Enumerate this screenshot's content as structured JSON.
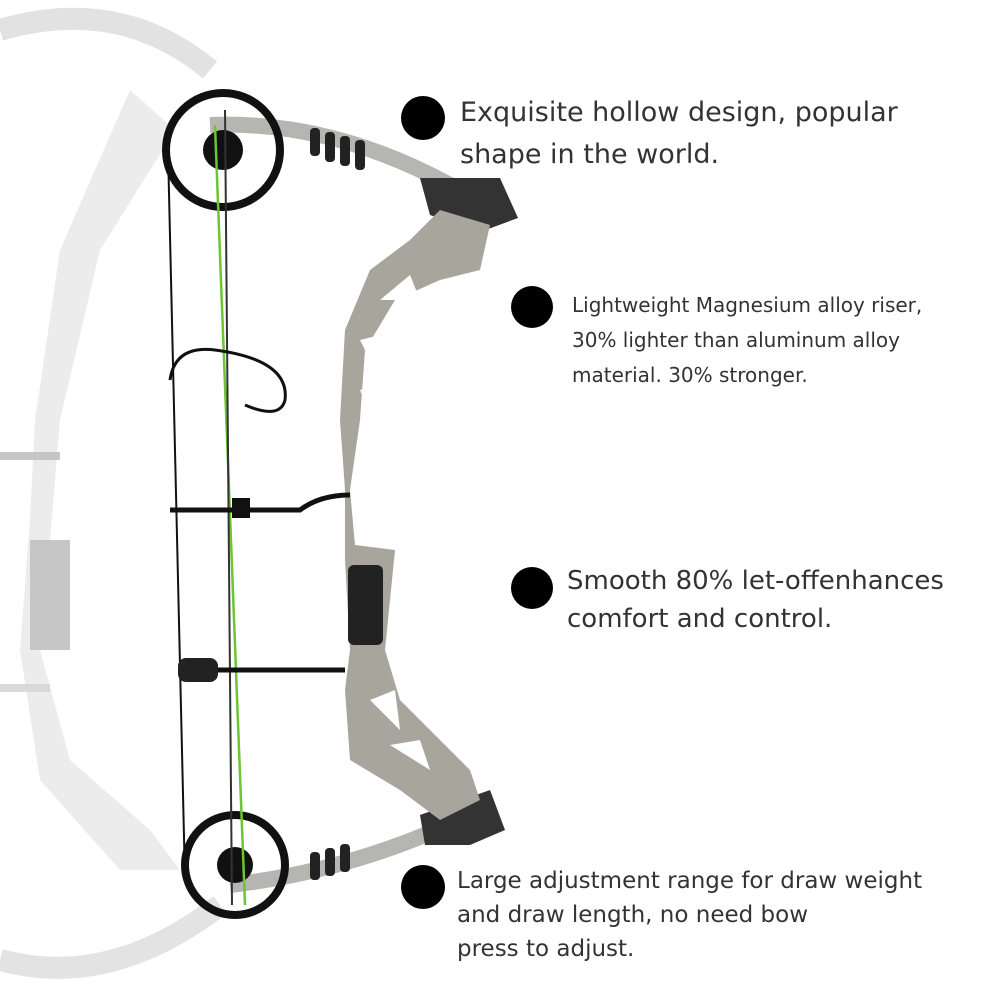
{
  "features": [
    {
      "text": "Exquisite hollow design, popular\nshape in the world."
    },
    {
      "text": "Lightweight Magnesium alloy riser,\n30% lighter than aluminum alloy\nmaterial. 30% stronger."
    },
    {
      "text": "Smooth 80% let-offenhances\ncomfort and control."
    },
    {
      "text": " Large adjustment range for draw weight\nand draw length, no need bow\npress to adjust."
    }
  ],
  "colors": {
    "riser": "#a8a59d",
    "ghost": "#e4e4e2",
    "string_green": "#6cc531",
    "bullet": "#000000",
    "text": "#333333"
  }
}
